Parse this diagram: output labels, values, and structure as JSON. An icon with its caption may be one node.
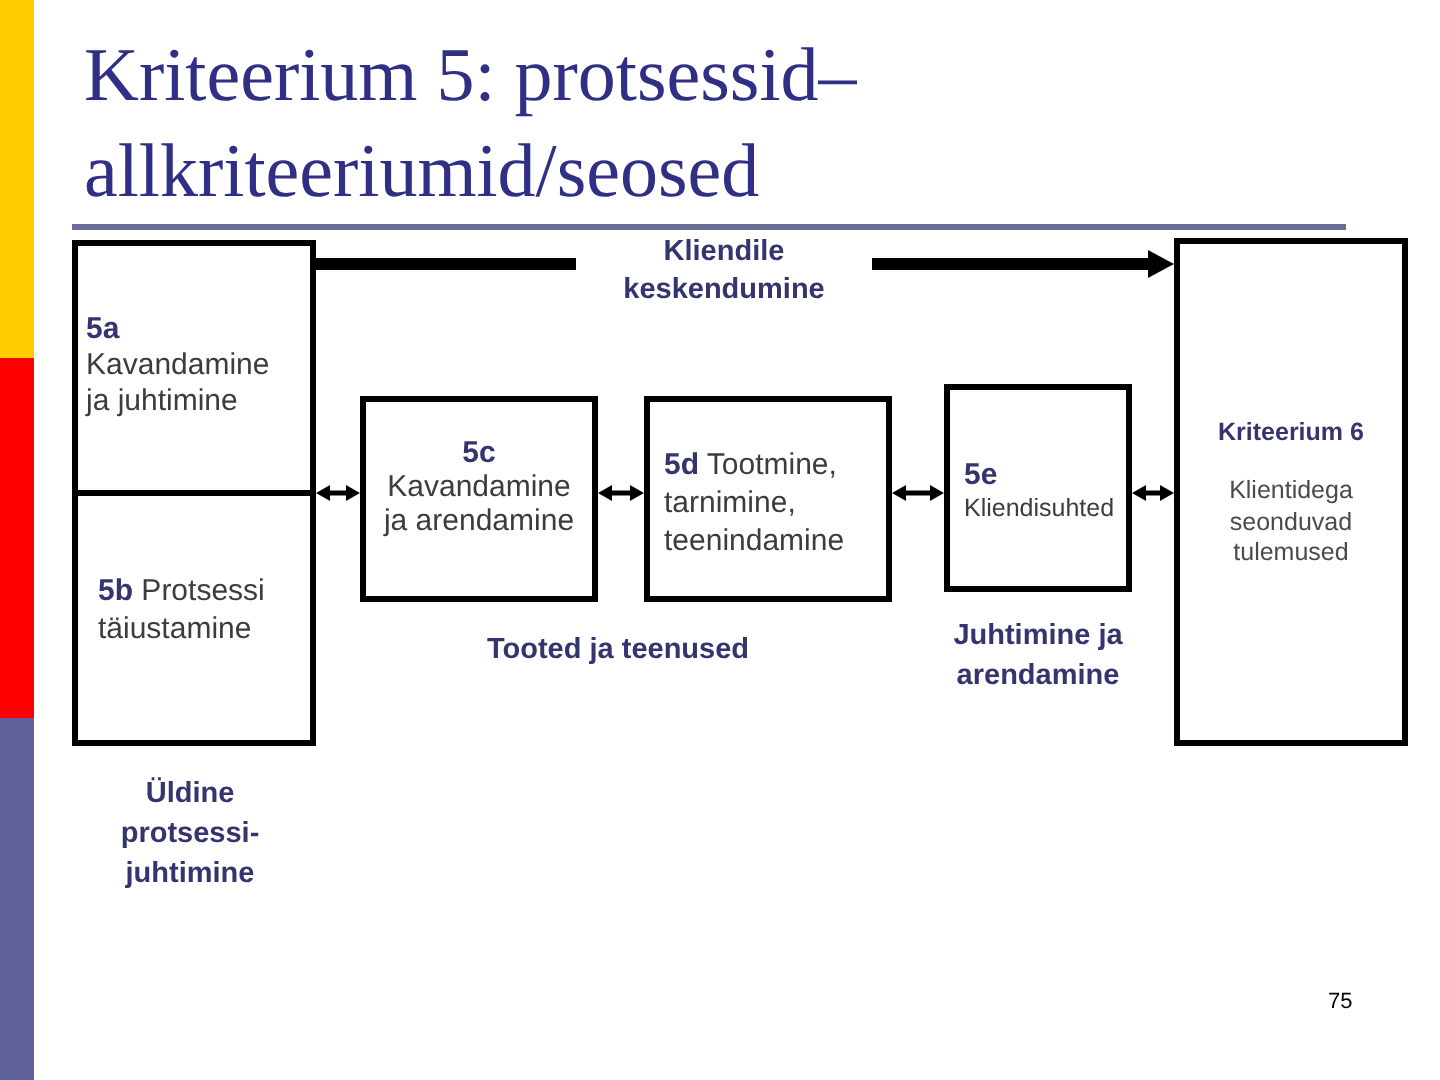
{
  "diagram": {
    "title": "Kriteerium 5: protsessid– allkriteeriumid/seosed",
    "nodes": [
      {
        "text": [],
        "shape": "box",
        "beside": [
          "Üldine protsessi-juhtimine"
        ]
      },
      {
        "text": [
          "5a",
          "Kavandamine ja juhtimine"
        ],
        "in": 0
      },
      {
        "text": [
          "**5b** Protsessi täiustamine"
        ],
        "in": 0
      },
      {
        "text": [
          "5c",
          "Kavandamine ja arendamine"
        ]
      },
      {
        "text": [
          "**5d** Tootmine, tarnimine, teenindamine"
        ]
      },
      {
        "text": [
          "5e",
          "Kliendisuhted"
        ],
        "beside": [
          "Juhtimine ja arendamine"
        ]
      },
      {
        "text": [
          "Kriteerium 6",
          "Klientidega seonduvad tulemused"
        ]
      }
    ],
    "edges": [
      {
        "from": 0,
        "to": 6,
        "arrow": "to",
        "style": "thick",
        "label": "Kliendile keskendumine"
      },
      {
        "from": 0,
        "to": 3,
        "arrow": "both"
      },
      {
        "from": 3,
        "to": 4,
        "arrow": "both"
      },
      {
        "from": 4,
        "to": 5,
        "arrow": "both"
      },
      {
        "from": 5,
        "to": 6,
        "arrow": "both"
      }
    ],
    "labels": [
      "Tooted ja teenused",
      "75"
    ]
  }
}
